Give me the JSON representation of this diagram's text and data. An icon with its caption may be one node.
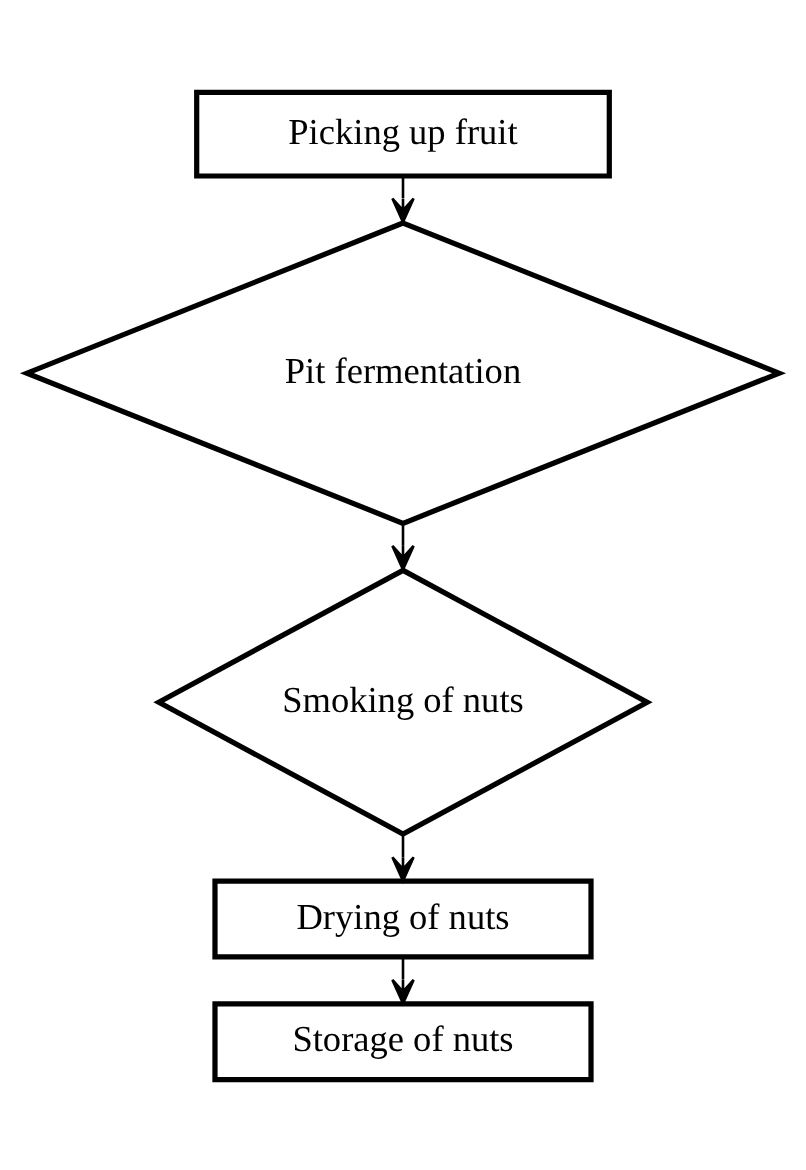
{
  "diagram": {
    "nodes": [
      {
        "text": [
          "Picking up fruit"
        ]
      },
      {
        "text": [
          "Pit fermentation"
        ]
      },
      {
        "text": [
          "Smoking of nuts"
        ]
      },
      {
        "text": [
          "Drying of nuts"
        ]
      },
      {
        "text": [
          "Storage of nuts"
        ]
      }
    ],
    "edges": [
      {
        "from": 0,
        "to": 1,
        "arrow": "to"
      },
      {
        "from": 1,
        "to": 2,
        "arrow": "to"
      },
      {
        "from": 2,
        "to": 3,
        "arrow": "to"
      },
      {
        "from": 3,
        "to": 4,
        "arrow": "to"
      }
    ]
  }
}
